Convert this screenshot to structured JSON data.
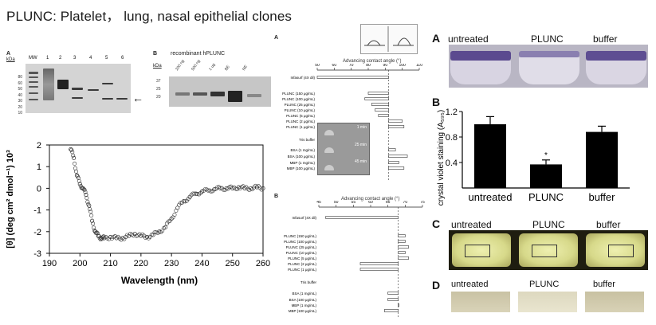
{
  "title": "PLUNC: Platelet， lung, nasal epithelial clones",
  "gel_a": {
    "panel": "A",
    "kda_label": "kDa",
    "lanes": [
      "MW",
      "1",
      "2",
      "3",
      "4",
      "5",
      "6"
    ],
    "markers": [
      "80",
      "60",
      "50",
      "40",
      "30",
      "20",
      "10"
    ]
  },
  "gel_b": {
    "panel": "B",
    "title": "recombinant hPLUNC",
    "kda_label": "kDa",
    "lanes": [
      "200 ng",
      "500 ng",
      "1 ug",
      "BE",
      "NE"
    ],
    "markers": [
      "37",
      "25",
      "20"
    ]
  },
  "cd_plot": {
    "xlabel": "Wavelength (nm)",
    "ylabel": "[θ] (deg cm² dmol⁻¹) 10³",
    "xticks": [
      "190",
      "200",
      "210",
      "220",
      "230",
      "240",
      "250",
      "260"
    ],
    "yticks": [
      "2",
      "1",
      "0",
      "-1",
      "-2",
      "-3"
    ]
  },
  "contact_a": {
    "panel": "A",
    "axis_title": "Advancing contact angle (°)",
    "ticks": [
      "50",
      "60",
      "70",
      "80",
      "90",
      "100",
      "110"
    ],
    "rows": [
      "Infasurf (4X dil)",
      "PLUNC (150 μg/mL)",
      "PLUNC (100 μg/mL)",
      "PLUNC (25 μg/mL)",
      "PLUNC (10 μg/mL)",
      "PLUNC (5 μg/mL)",
      "PLUNC (2 μg/mL)",
      "PLUNC (1 μg/mL)",
      "Tris buffer",
      "BSA (1 mg/mL)",
      "BSA (100 μg/mL)",
      "MBP (1 mg/mL)",
      "MBP (100 μg/mL)"
    ],
    "times": [
      "1 min",
      "25 min",
      "45 min"
    ]
  },
  "contact_b": {
    "panel": "B",
    "axis_title": "Advancing contact angle (°)",
    "ticks": [
      "45",
      "50",
      "55",
      "60",
      "65",
      "70",
      "75"
    ],
    "rows": [
      "Infasurf (4X dil)",
      "PLUNC (150 μg/mL)",
      "PLUNC (100 μg/mL)",
      "PLUNC (25 μg/mL)",
      "PLUNC (10 μg/mL)",
      "PLUNC (5 μg/mL)",
      "PLUNC (2 μg/mL)",
      "PLUNC (1 μg/mL)",
      "Tris buffer",
      "BSA (1 mg/mL)",
      "BSA (100 μg/mL)",
      "MBP (1 mg/mL)",
      "MBP (100 μg/mL)"
    ]
  },
  "right_panels": {
    "A": {
      "panel": "A",
      "labels": [
        "untreated",
        "PLUNC",
        "buffer"
      ]
    },
    "B": {
      "panel": "B",
      "ylabel": "crystal violet staining (A₅₉₅)",
      "yticks": [
        "0.4",
        "0.8",
        "1.2"
      ],
      "categories": [
        "untreated",
        "PLUNC",
        "buffer"
      ],
      "star": "*"
    },
    "C": {
      "panel": "C",
      "labels": [
        "untreated",
        "PLUNC",
        "buffer"
      ]
    },
    "D": {
      "panel": "D",
      "labels": [
        "untreated",
        "PLUNC",
        "buffer"
      ]
    }
  },
  "chart_data": [
    {
      "type": "scatter",
      "title": "",
      "xlabel": "Wavelength (nm)",
      "ylabel": "[θ] (deg cm² dmol⁻¹) 10³",
      "xlim": [
        190,
        260
      ],
      "ylim": [
        -3,
        2
      ],
      "series": [
        {
          "x": [
            197,
            198,
            199,
            200,
            201,
            202,
            203,
            204,
            205,
            206,
            207,
            208,
            210,
            212,
            214,
            216,
            218,
            220,
            222,
            224,
            226,
            228,
            230,
            232,
            234,
            236,
            238,
            240,
            242,
            244,
            246,
            248,
            250,
            252,
            254,
            256,
            258,
            260
          ],
          "y": [
            1.8,
            1.4,
            0.6,
            0.2,
            0.0,
            -0.3,
            -0.8,
            -1.5,
            -2.0,
            -2.2,
            -2.3,
            -2.3,
            -2.25,
            -2.3,
            -2.3,
            -2.2,
            -2.1,
            -2.2,
            -2.25,
            -2.15,
            -2.0,
            -1.8,
            -1.4,
            -0.9,
            -0.6,
            -0.4,
            -0.25,
            -0.15,
            -0.1,
            -0.05,
            0.0,
            0.0,
            0.0,
            0.05,
            0.0,
            0.0,
            0.05,
            0.0
          ]
        }
      ]
    },
    {
      "type": "bar",
      "title": "",
      "categories": [
        "untreated",
        "PLUNC",
        "buffer"
      ],
      "values": [
        1.0,
        0.37,
        0.88
      ],
      "errors": [
        0.12,
        0.07,
        0.09
      ],
      "ylabel": "crystal violet staining (A₅₉₅)",
      "ylim": [
        0,
        1.2
      ]
    }
  ]
}
